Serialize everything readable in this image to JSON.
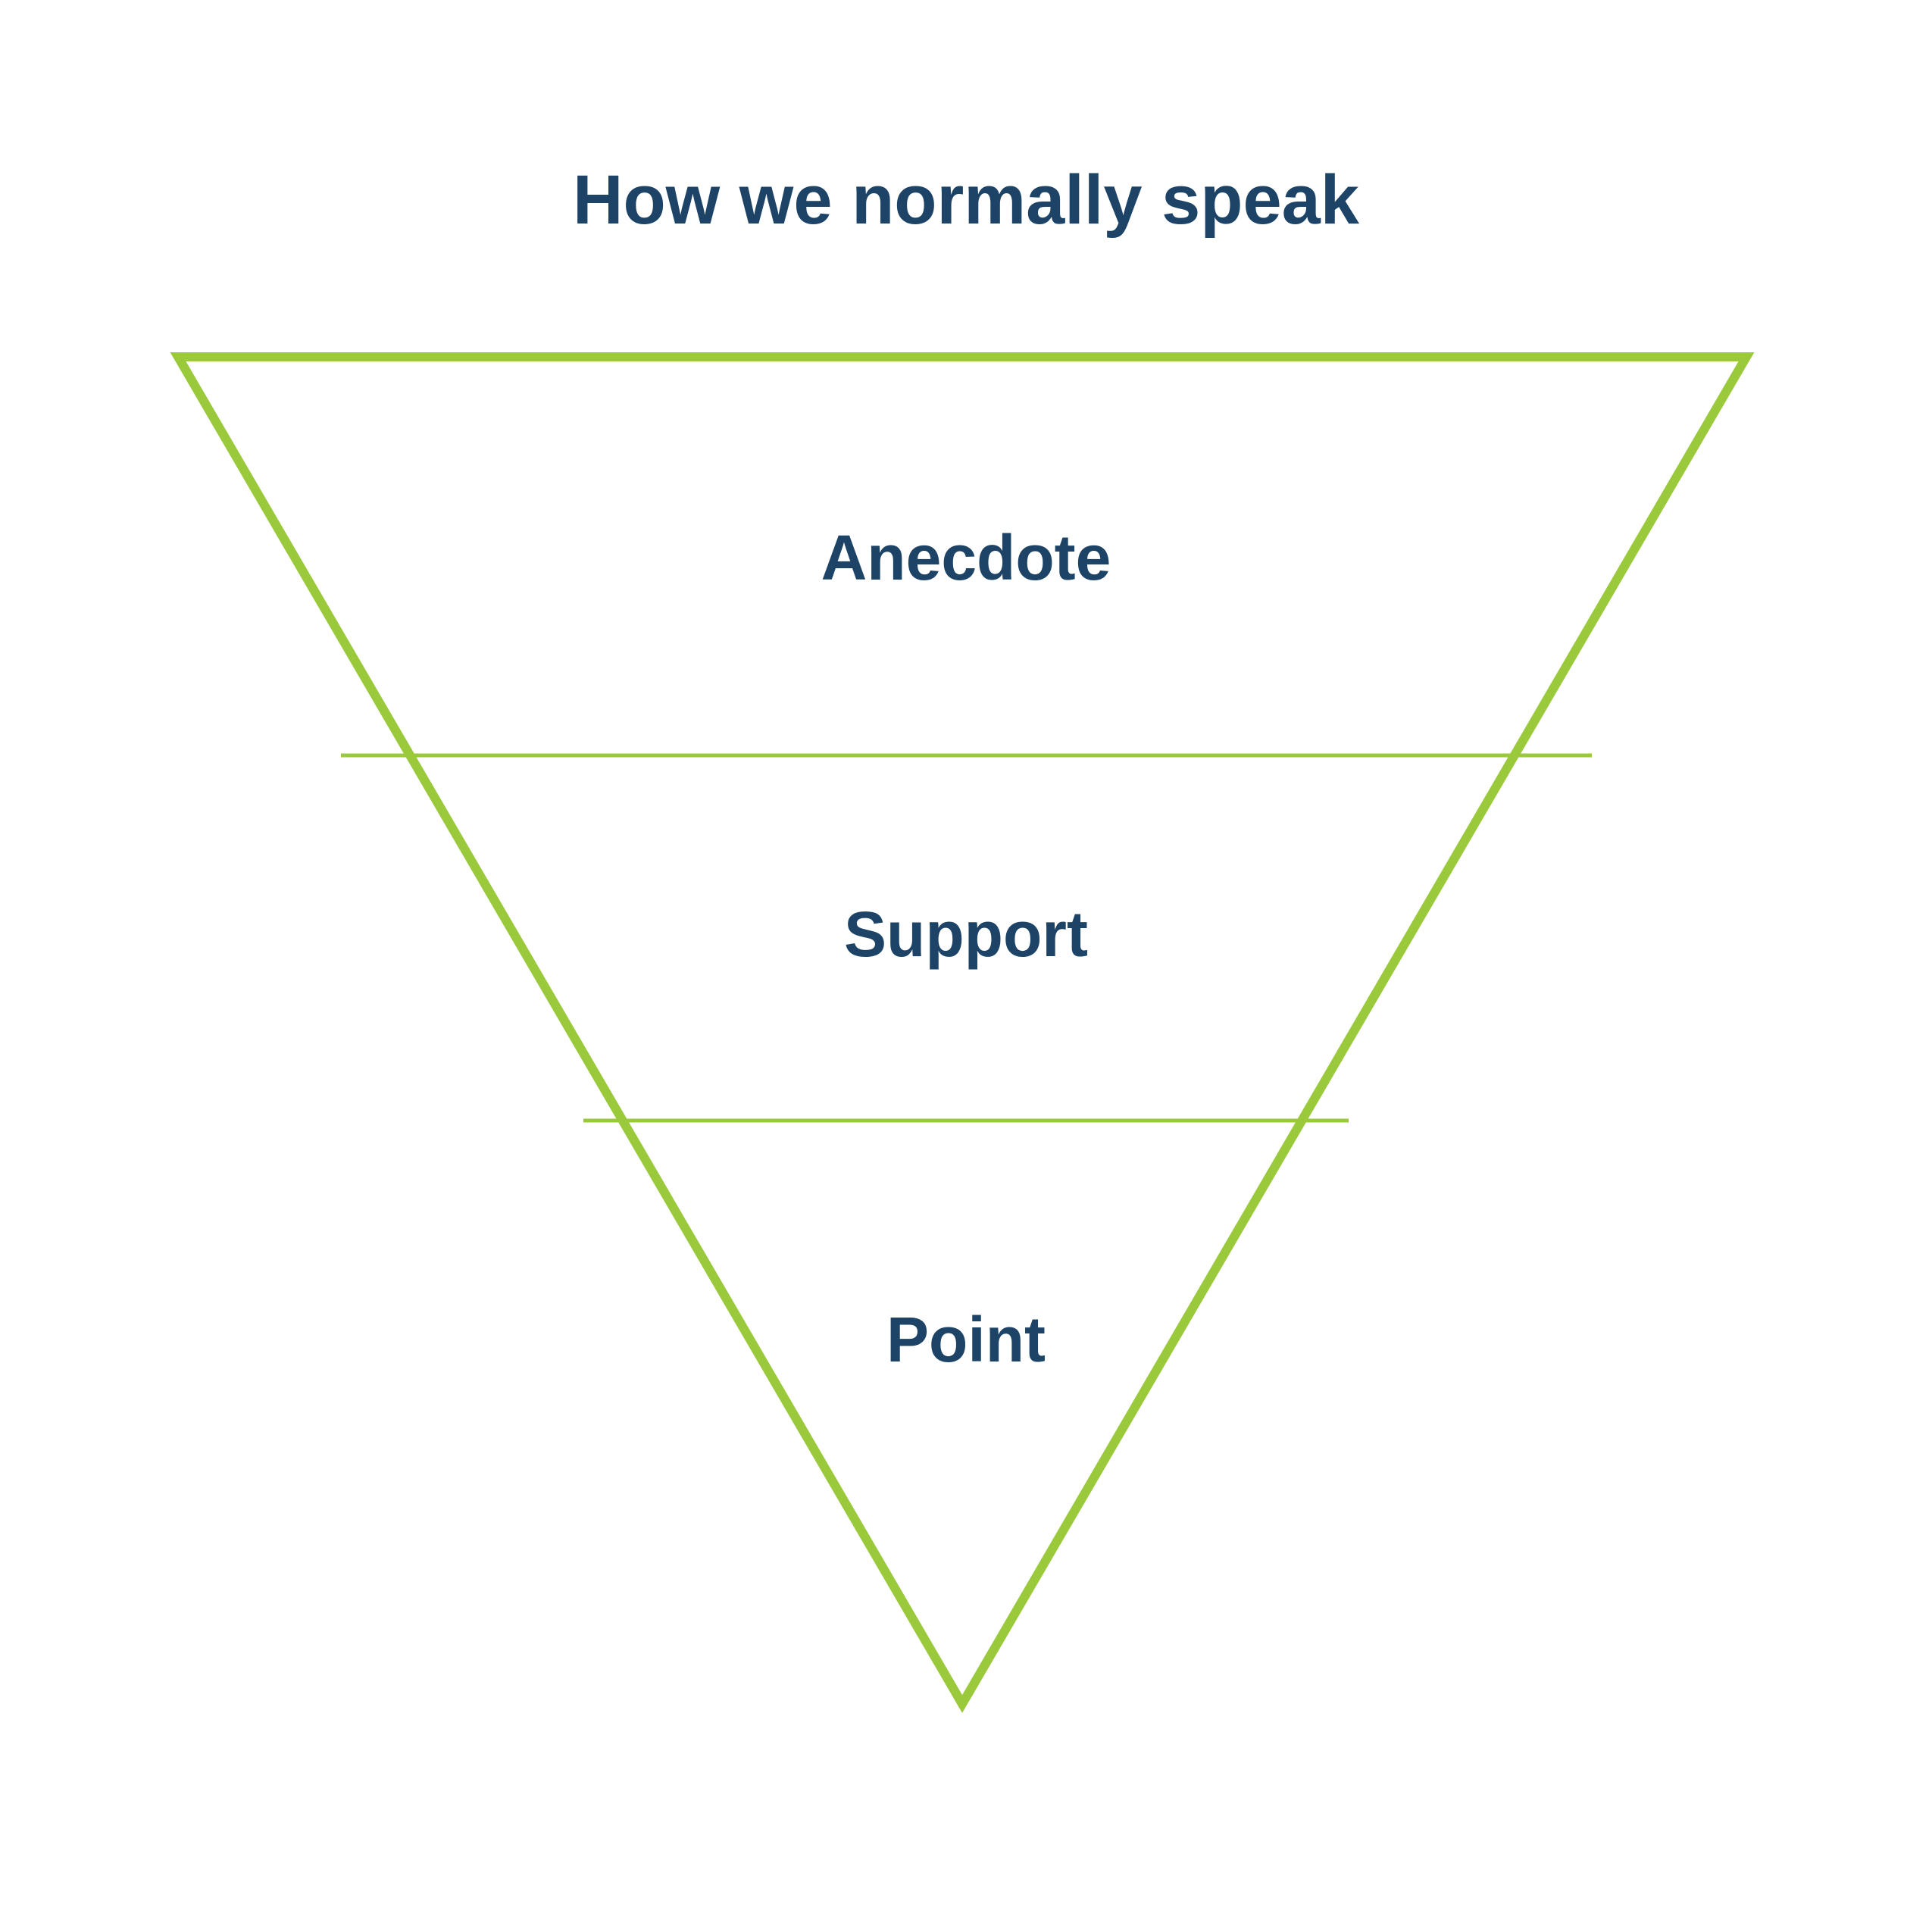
{
  "title": "How we normally speak",
  "diagram": {
    "type": "inverted-pyramid",
    "levels": [
      {
        "label": "Anecdote"
      },
      {
        "label": "Support"
      },
      {
        "label": "Point"
      }
    ]
  },
  "colors": {
    "outline_green": "#9ACA3C",
    "text_navy": "#1D4466",
    "background": "#FFFFFF"
  }
}
